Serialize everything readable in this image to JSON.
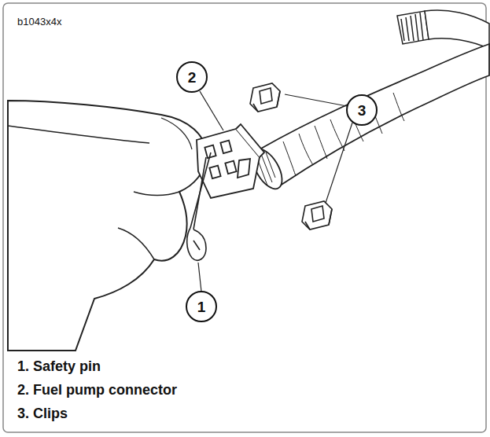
{
  "diagram": {
    "nodes": [
      {
        "text": [
          "2"
        ]
      },
      {
        "text": [
          "3"
        ]
      },
      {
        "text": [
          "1"
        ]
      }
    ],
    "labels": [
      "b1043x4x",
      "1. Safety pin",
      "2. Fuel pump connector",
      "3. Clips"
    ]
  }
}
